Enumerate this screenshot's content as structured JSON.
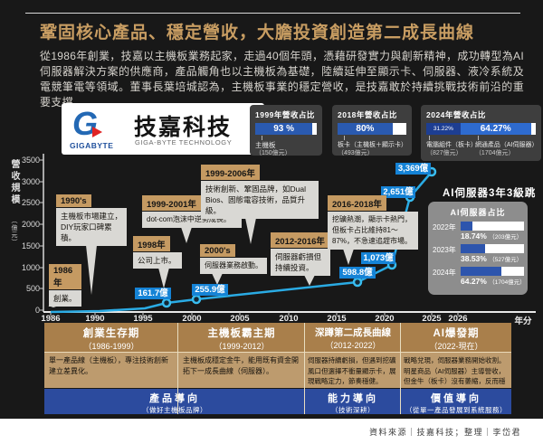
{
  "page": {
    "title": "鞏固核心產品、穩定營收，大膽投資創造第二成長曲線",
    "intro": "從1986年創業，技嘉以主機板業務起家，走過40個年頭，憑藉研發實力與創新精神，成功轉型為AI伺服器解決方案的供應商，產品觸角也以主機板為基礎，陸續延伸至顯示卡、伺服器、液冷系統及電競筆電等領域。董事長葉培城認為，主機板事業的穩定營收，是技嘉敢於持續挑戰技術前沿的重要支撐。",
    "credit": "資料來源｜技嘉科技；整理｜李岱君"
  },
  "logo": {
    "g": "G",
    "brand": "GIGABYTE",
    "name_zh": "技嘉科技",
    "name_en": "GIGA-BYTE TECHNOLOGY"
  },
  "stat_boxes": [
    {
      "title": "1999年營收占比",
      "segments": [
        {
          "pct": "93 %",
          "value": 93
        }
      ],
      "labels": [
        {
          "name": "主機板",
          "amount": "（150億元）"
        }
      ]
    },
    {
      "title": "2018年營收占比",
      "segments": [
        {
          "pct": "80%",
          "value": 80
        }
      ],
      "labels": [
        {
          "name": "板卡（主機板＋顯示卡）",
          "amount": "（493億元）"
        }
      ]
    },
    {
      "title": "2024年營收占比",
      "segments": [
        {
          "pct": "31.22%",
          "value": 31.22
        },
        {
          "pct": "64.27%",
          "value": 64.27
        }
      ],
      "labels": [
        {
          "name": "電腦組件（板卡）",
          "amount": "（827億元）"
        },
        {
          "name": "網通產品（AI伺服器）",
          "amount": "（1704億元）"
        }
      ]
    }
  ],
  "chart_data": [
    {
      "type": "line",
      "ylabel": "營收規模",
      "y_unit": "（億元）",
      "xlabel": "年分",
      "ylim": [
        0,
        3500
      ],
      "y_ticks": [
        "3500",
        "3000",
        "2500",
        "2000",
        "1500",
        "1000",
        "500",
        "0"
      ],
      "x_ticks": [
        "1986",
        "1990",
        "1995",
        "2000",
        "2005",
        "2010",
        "2015",
        "2020",
        "2025",
        "2026"
      ],
      "origin": {
        "year": 1986,
        "value": 0
      },
      "points": [
        {
          "year": 1998,
          "value": 161.7,
          "label": "161.7億"
        },
        {
          "year": 2001,
          "value": 255.9,
          "label": "255.9億"
        },
        {
          "year": 2017,
          "value": 598.8,
          "label": "598.8億"
        },
        {
          "year": 2021,
          "value": 1073,
          "label": "1,073億"
        },
        {
          "year": 2023,
          "value": 2651,
          "label": "2,651億"
        },
        {
          "year": 2025,
          "value": 3369,
          "label": "3,369億"
        }
      ],
      "grid": false,
      "line_color": "#2aabe4"
    },
    {
      "type": "bar",
      "title": "AI伺服器3年3級跳",
      "subtitle": "AI伺服器占比",
      "categories": [
        "2022年",
        "2023年",
        "2024年"
      ],
      "values": [
        18.74,
        38.53,
        64.27
      ],
      "bar_labels": [
        "18.74%",
        "38.53%",
        "64.27%"
      ],
      "amounts": [
        "（203億元）",
        "（527億元）",
        "（1704億元）"
      ]
    }
  ],
  "annotations": [
    {
      "period": "1986年",
      "text": "創業。"
    },
    {
      "period": "1990's",
      "text": "主機板市場建立，DIY玩家口碑累積。"
    },
    {
      "period": "1998年",
      "text": "公司上市。"
    },
    {
      "period": "1999-2001年",
      "text": "dot-com泡沫中逆勢成長。"
    },
    {
      "period": "1999-2006年",
      "text": "技術創新、鞏固品牌，如Dual Bios、固態電容技術，品質升級。"
    },
    {
      "period": "2000's",
      "text": "伺服器業務啟動。"
    },
    {
      "period": "2012-2016年",
      "text": "伺服器虧損但持續投資。"
    },
    {
      "period": "2016-2018年",
      "text": "挖礦熱潮，顯示卡熱門，但板卡占比維持81～87%，不急速追趕市場。"
    }
  ],
  "ai_panel": {
    "title": "AI伺服器3年3級跳",
    "subtitle": "AI伺服器占比",
    "rows": [
      {
        "year": "2022年",
        "pct": "18.74%",
        "amount": "（203億元）",
        "value": 18.74
      },
      {
        "year": "2023年",
        "pct": "38.53%",
        "amount": "（527億元）",
        "value": 38.53
      },
      {
        "year": "2024年",
        "pct": "64.27%",
        "amount": "（1704億元）",
        "value": 64.27
      }
    ]
  },
  "phases": [
    {
      "title": "創業生存期",
      "years": "（1986-1999）",
      "body": "單一產品線（主機板），專注技術創新建立差異化。"
    },
    {
      "title": "主機板霸主期",
      "years": "（1999-2012）",
      "body": "主機板成穩定金牛，能用既有資金開拓下一成長曲線（伺服器）。"
    },
    {
      "title": "深蹲第二成長曲線",
      "years": "（2012-2022）",
      "body": "伺服器持續虧損，但遇到挖礦風口但選擇不衝量顯示卡，展現戰略定力，節奏穩健。"
    },
    {
      "title": "AI爆發期",
      "years": "（2022-現在）",
      "body": "戰略兌現，伺服器業務開始收割。明星商品（AI伺服器）主導營收，但金牛（板卡）沒有萎縮，反而穩定增長。"
    }
  ],
  "directions": [
    {
      "label": "產品導向",
      "sub": "（做好主機板品牌）"
    },
    {
      "label": "能力導向",
      "sub": "（技術深耕）"
    },
    {
      "label": "價值導向",
      "sub": "（從單一產品發展到系統服務）"
    }
  ],
  "colors": {
    "background": "#181818",
    "title_gold": "#c89d62",
    "line_cyan": "#2aabe4",
    "value_label_blue": "#1583d6",
    "bar_blue": "#2a5ab0",
    "bar_blue_bright": "#2e6bcf",
    "bar_blue_dark": "#1d3e92",
    "phase_head_tan": "#a97f4b",
    "phase_body_tan": "#bd9b6e",
    "direction_blue": "#2c4b9e",
    "ai_panel_gray": "#8d8d8d"
  }
}
